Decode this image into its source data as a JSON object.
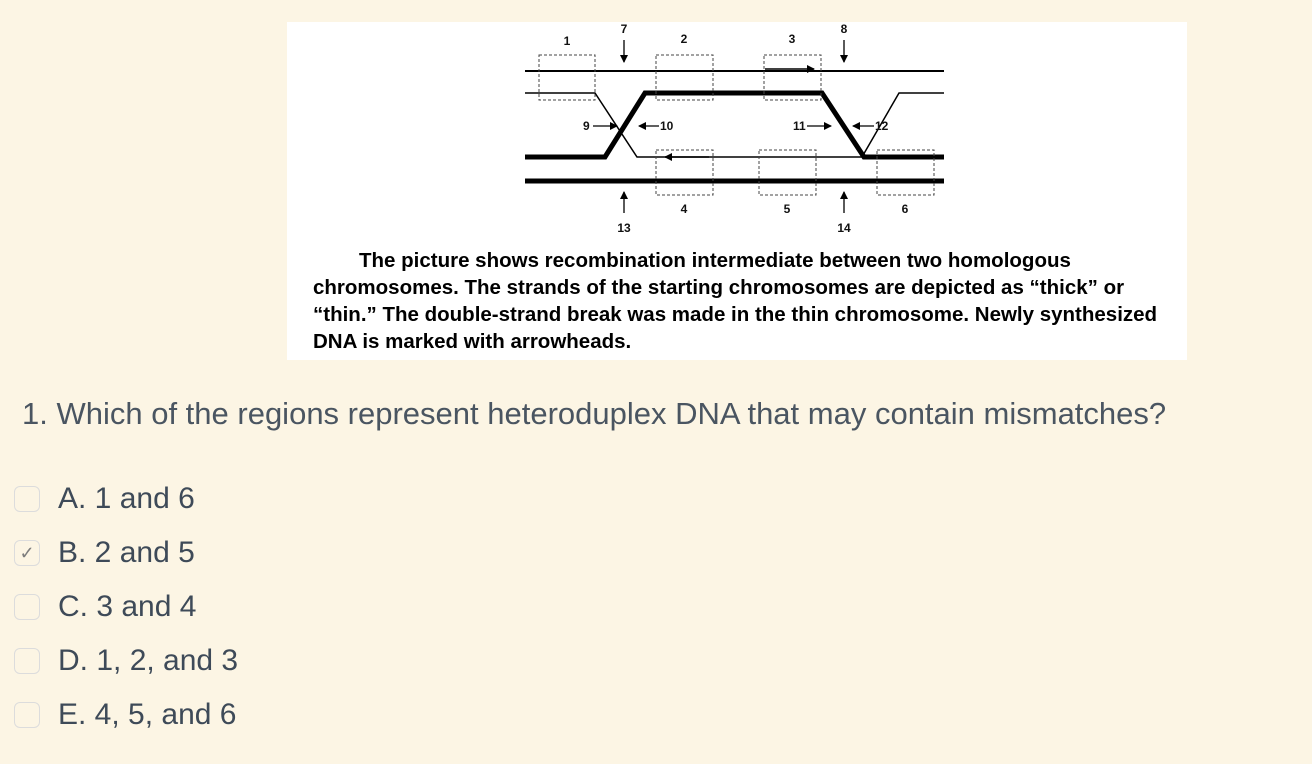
{
  "figure": {
    "region_labels": [
      "1",
      "2",
      "3",
      "4",
      "5",
      "6"
    ],
    "junction_labels": [
      "7",
      "8",
      "9",
      "10",
      "11",
      "12",
      "13",
      "14"
    ],
    "caption": "The picture shows recombination intermediate between two homologous chromosomes.  The strands of the starting chromosomes are depicted as “thick” or “thin.”  The double-strand break was made in the thin chromosome.  Newly synthesized DNA is marked with arrowheads."
  },
  "question": {
    "text": "1.  Which of the regions represent heteroduplex DNA that may contain mismatches?"
  },
  "options": [
    {
      "label": "A. 1 and 6",
      "checked": false
    },
    {
      "label": "B. 2 and 5",
      "checked": true
    },
    {
      "label": "C. 3 and 4",
      "checked": false
    },
    {
      "label": "D. 1, 2, and 3",
      "checked": false
    },
    {
      "label": "E. 4, 5, and 6",
      "checked": false
    }
  ],
  "check_mark": "✓"
}
